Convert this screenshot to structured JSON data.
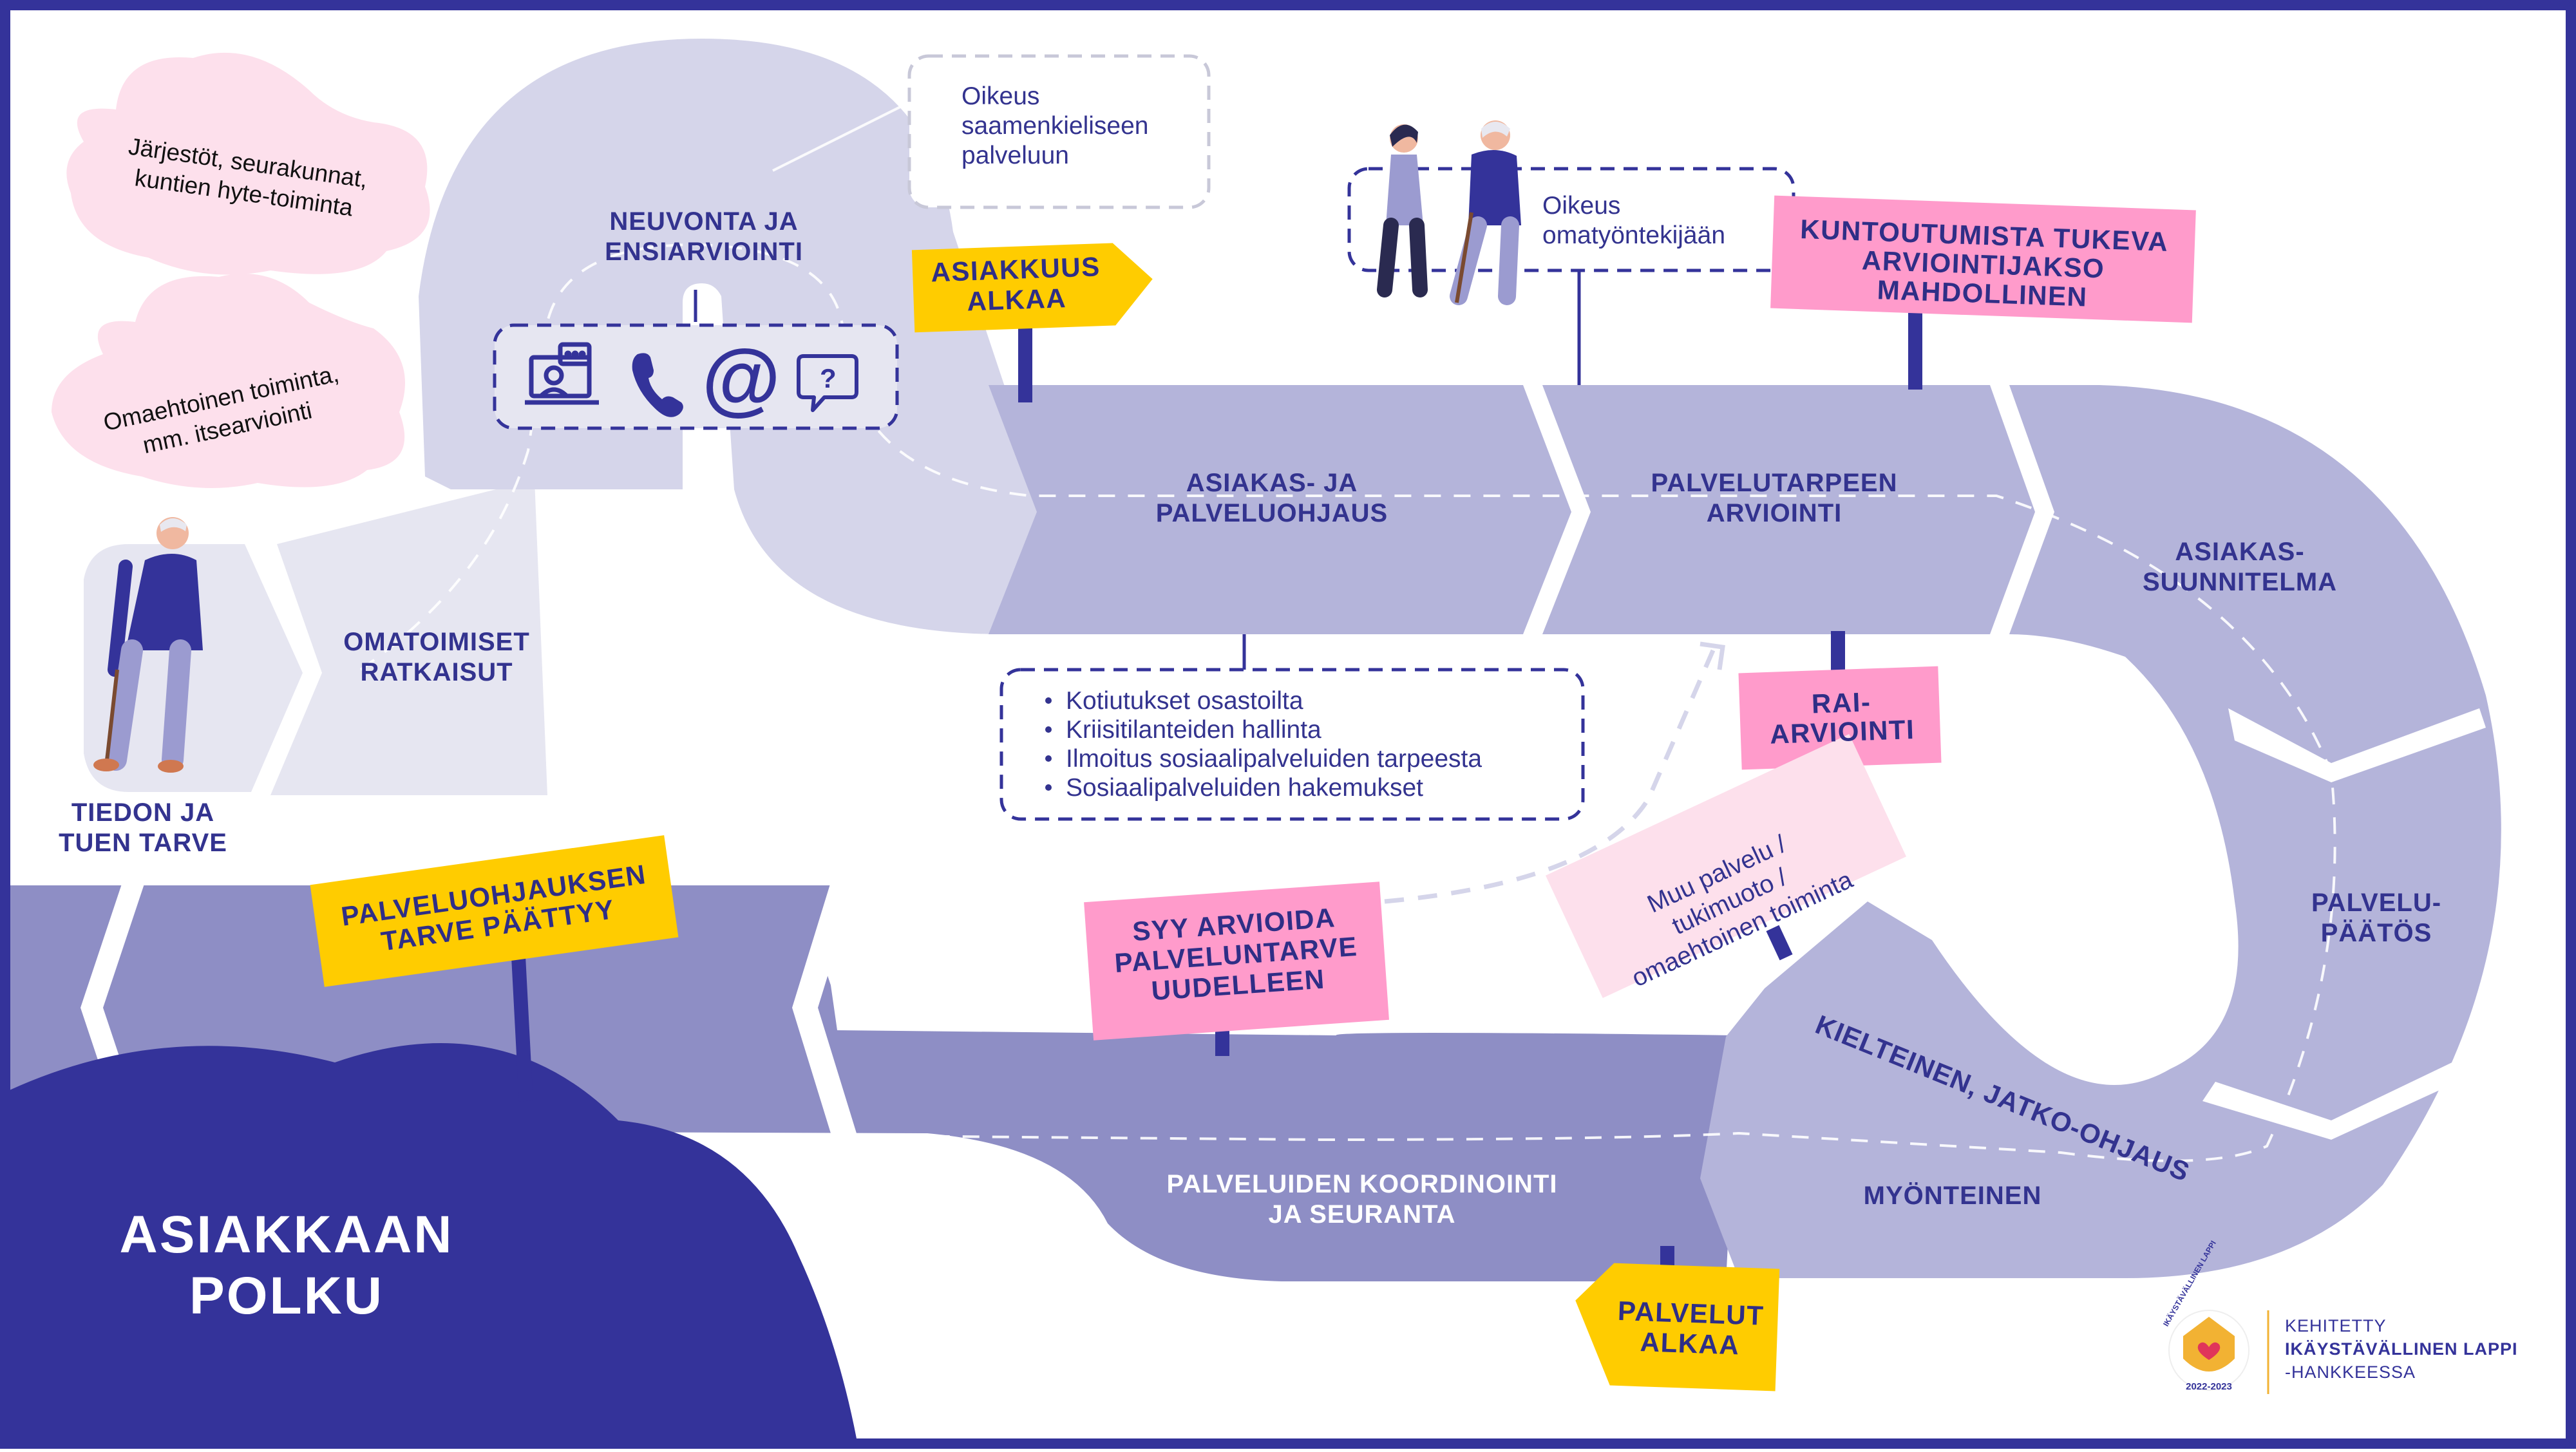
{
  "title": {
    "line1": "ASIAKKAAN",
    "line2": "POLKU"
  },
  "clouds": {
    "c1": {
      "line1": "Järjestöt, seurakunnat,",
      "line2": "kuntien hyte-toiminta"
    },
    "c2": {
      "line1": "Omaehtoinen toiminta,",
      "line2": "mm. itsearviointi"
    }
  },
  "start": {
    "line1": "TIEDON JA",
    "line2": "TUEN TARVE"
  },
  "steps": {
    "omatoimiset": {
      "line1": "OMATOIMISET",
      "line2": "RATKAISUT"
    },
    "neuvonta": {
      "line1": "NEUVONTA JA",
      "line2": "ENSIARVIOINTI"
    },
    "asiakasohjaus": {
      "line1": "ASIAKAS- JA",
      "line2": "PALVELUOHJAUS"
    },
    "palvelutarve": {
      "line1": "PALVELUTARPEEN",
      "line2": "ARVIOINTI"
    },
    "suunnitelma": {
      "line1": "ASIAKAS-",
      "line2": "SUUNNITELMA"
    },
    "paatos": {
      "line1": "PALVELU-",
      "line2": "PÄÄTÖS"
    },
    "kielteinen": "KIELTEINEN, JATKO-OHJAUS",
    "myonteinen": "MYÖNTEINEN",
    "koordinointi": {
      "line1": "PALVELUIDEN KOORDINOINTI",
      "line2": "JA SEURANTA"
    }
  },
  "notes": {
    "saame": {
      "line1": "Oikeus",
      "line2": "saamenkieliseen",
      "line3": "palveluun"
    },
    "omatyontekija": {
      "line1": "Oikeus",
      "line2": "omatyöntekijään"
    },
    "muu": {
      "line1": "Muu palvelu /",
      "line2": "tukimuoto /",
      "line3": "omaehtoinen toiminta"
    }
  },
  "contact_icons": [
    "video-chat-icon",
    "phone-icon",
    "at-sign-icon",
    "question-bubble-icon"
  ],
  "bullets": [
    "Kotiutukset osastoilta",
    "Kriisitilanteiden hallinta",
    "Ilmoitus sosiaalipalveluiden tarpeesta",
    "Sosiaalipalveluiden hakemukset"
  ],
  "signs": {
    "asiakkuus": {
      "line1": "ASIAKKUUS",
      "line2": "ALKAA"
    },
    "kuntoutus": {
      "line1": "KUNTOUTUMISTA TUKEVA",
      "line2": "ARVIOINTIJAKSO",
      "line3": "MAHDOLLINEN"
    },
    "rai": {
      "line1": "RAI-",
      "line2": "ARVIOINTI"
    },
    "syy": {
      "line1": "SYY ARVIOIDA",
      "line2": "PALVELUNTARVE",
      "line3": "UUDELLEEN"
    },
    "paattyy": {
      "line1": "PALVELUOHJAUKSEN",
      "line2": "TARVE PÄÄTTYY"
    },
    "palvelut": {
      "line1": "PALVELUT",
      "line2": "ALKAA"
    }
  },
  "logo": {
    "ring_text": "IKÄYSTÄVÄLLINEN LAPPI",
    "years": "2022-2023",
    "line1": "KEHITETTY",
    "line2": "IKÄYSTÄVÄLLINEN LAPPI",
    "line3": "-HANKKEESSA"
  },
  "colors": {
    "navy": "#34339a",
    "path_dark": "#8e8ec5",
    "path_mid": "#b4b4da",
    "path_light": "#d5d5ea",
    "path_pale": "#e6e6f1",
    "sign_yellow": "#ffcc00",
    "sign_pink": "#ff9bcb",
    "cloud_pink": "#fde0ec"
  }
}
